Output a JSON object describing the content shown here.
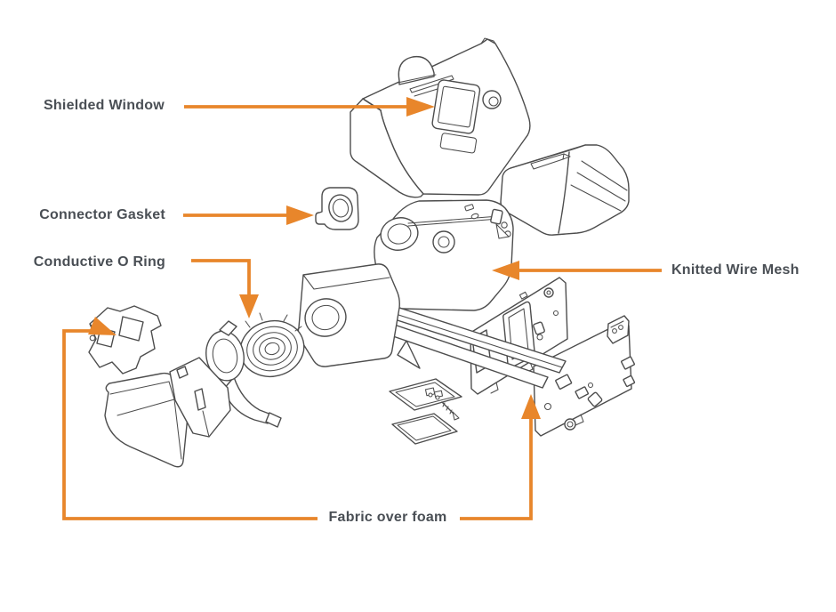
{
  "diagram": {
    "kind": "exploded-parts-diagram",
    "labels": {
      "shielded_window": "Shielded Window",
      "connector_gasket": "Connector Gasket",
      "conductive_o_ring": "Conductive O Ring",
      "knitted_wire_mesh": "Knitted Wire Mesh",
      "fabric_over_foam": "Fabric over foam"
    },
    "colors": {
      "accent_orange": "#E8862B",
      "label_text": "#4A4F55",
      "line_art": "#4D4D4D",
      "background": "#FFFFFF"
    }
  }
}
